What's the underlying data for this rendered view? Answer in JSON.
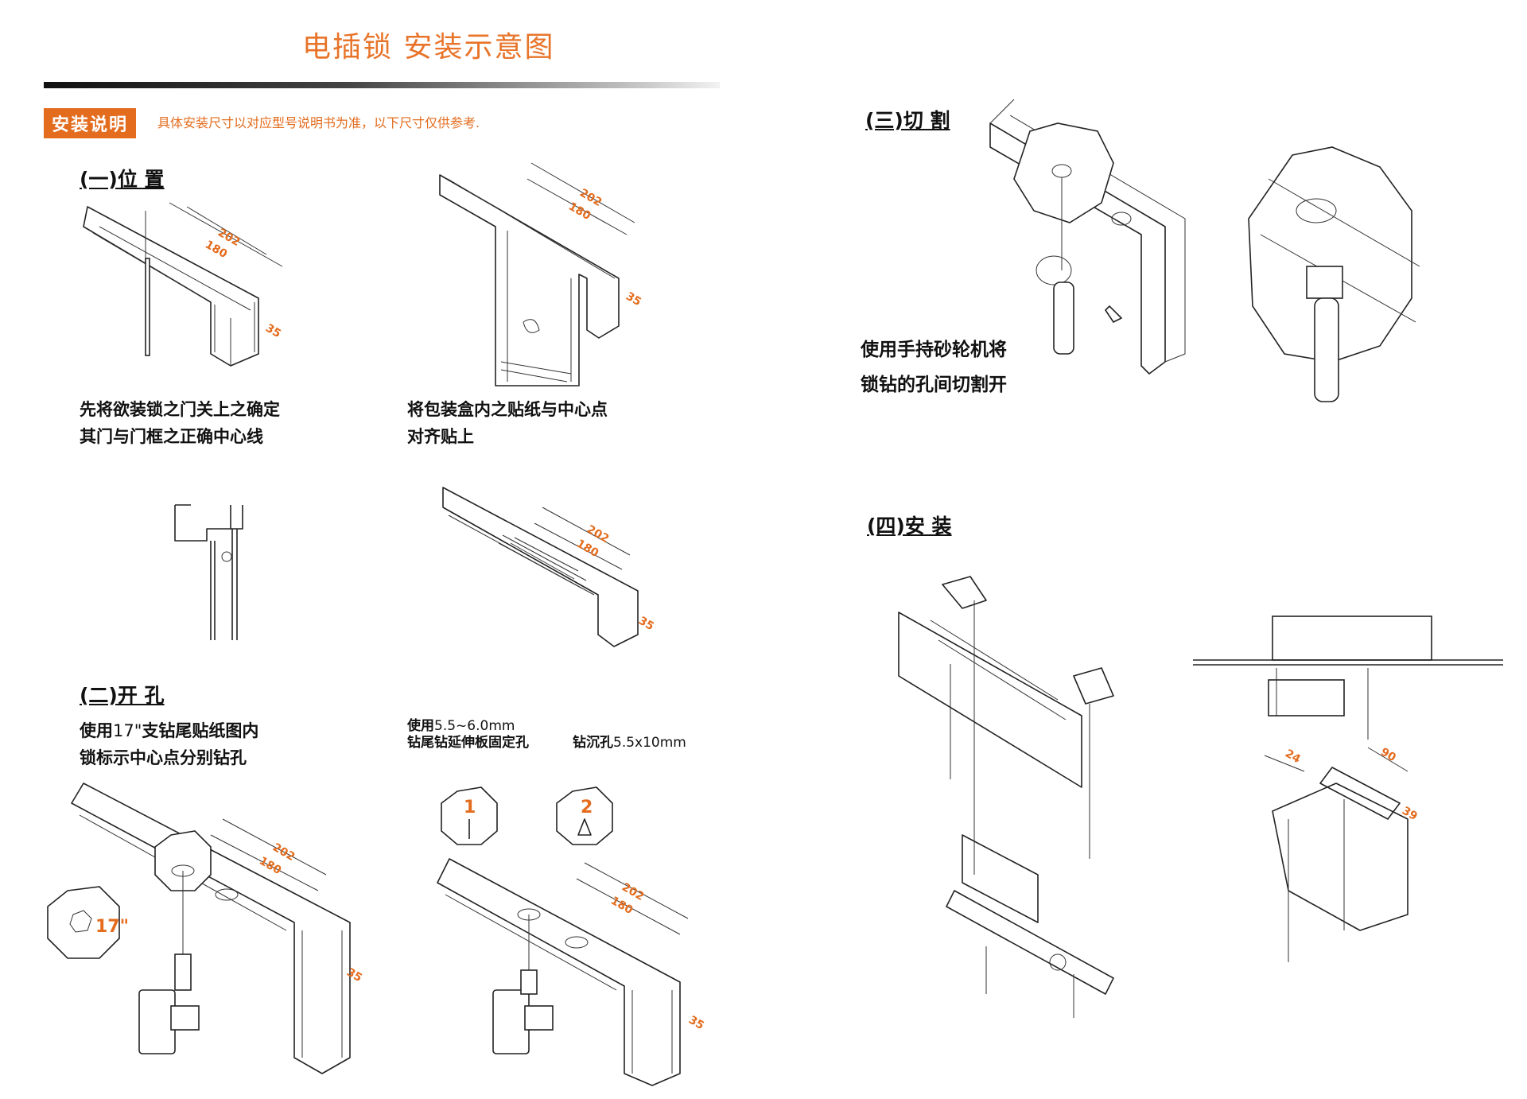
{
  "header": {
    "title": "电插锁 安装示意图",
    "badge": "安装说明",
    "note": "具体安装尺寸以对应型号说明书为准，以下尺寸仅供参考."
  },
  "sections": {
    "s1": "(一)位 置",
    "s2": "(二)开 孔",
    "s3": "(三)切 割",
    "s4": "(四)安 装"
  },
  "captions": {
    "c1_line1": "先将欲装锁之门关上之确定",
    "c1_line2": "其门与门框之正确中心线",
    "c2_line1": "将包装盒内之贴纸与中心点",
    "c2_line2": "对齐贴上",
    "c3_line1a": "使用",
    "c3_line1b": "17\"",
    "c3_line1c": "支钻尾贴纸图内",
    "c3_line2": "锁标示中心点分别钻孔",
    "c4_a": "使用",
    "c4_b": "5.5~6.0mm",
    "c4_c": "钻尾钻延伸板固定孔",
    "c5_a": "钻沉孔",
    "c5_b": "5.5x10mm",
    "c6_line1": "使用手持砂轮机将",
    "c6_line2": "锁钻的孔间切割开"
  },
  "dimensions": {
    "d202": "202",
    "d180": "180",
    "d35": "35",
    "d17": "17\"",
    "d24": "24",
    "d90": "90",
    "d39": "39"
  },
  "steps": {
    "step1": "1",
    "step2": "2"
  },
  "colors": {
    "accent": "#e36c1e",
    "title": "#e8742a"
  }
}
